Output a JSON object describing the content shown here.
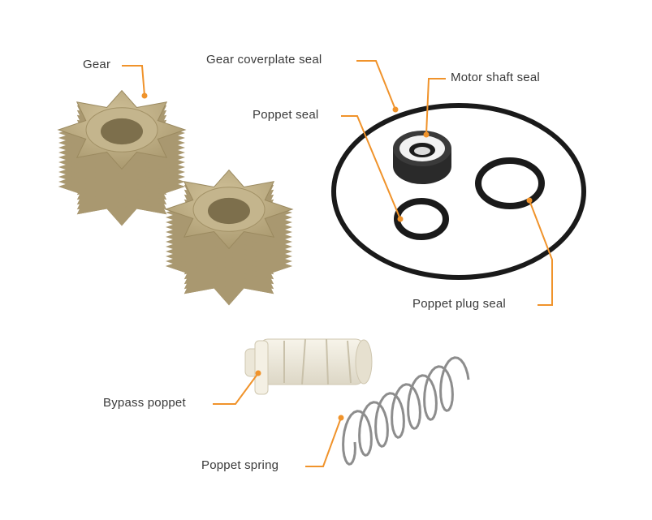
{
  "theme": {
    "leader_color": "#f0932b",
    "gear_color": "#b8a77f",
    "seal_color": "#1c1c1c",
    "spring_color": "#9a9a9a",
    "poppet_color": "#eeeadf"
  },
  "labels": {
    "gear": "Gear",
    "gear_coverplate_seal": "Gear coverplate seal",
    "motor_shaft_seal": "Motor shaft seal",
    "poppet_seal": "Poppet seal",
    "poppet_plug_seal": "Poppet plug seal",
    "bypass_poppet": "Bypass poppet",
    "poppet_spring": "Poppet spring"
  },
  "icons": [
    "gear-icon",
    "o-ring-icon",
    "shaft-seal-icon",
    "poppet-icon",
    "spring-icon"
  ]
}
